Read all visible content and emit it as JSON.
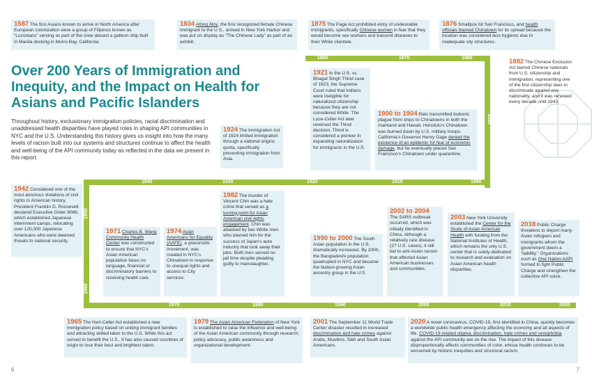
{
  "title": "Over 200 Years of Immigration and Inequity, and the Impact on Health for Asians and Pacific Islanders",
  "intro": "Throughout history, exclusionary immigration policies, racial discrimination and unaddressed health disparities have played roles in shaping API communities in NYC and the U.S. Understanding this history gives us insight into how the many levels of racism built into our systems and structures continue to affect the health and well-being of the API community today as reflected in the data we present in this report.",
  "colors": {
    "title": "#1b8a8f",
    "year": "#e2632a",
    "track": "#9dbf3e",
    "box": "#e3f1f6"
  },
  "decades": {
    "d1860": "1860",
    "d1870": "1870",
    "d1880": "1880",
    "d1890": "1890",
    "d1900": "1900",
    "d1910": "1910",
    "d1920": "1920",
    "d1930": "1930",
    "d1940": "1940",
    "d1950": "1950",
    "d1960": "1960",
    "d1970": "1970",
    "d1980": "1980",
    "d1990": "1990",
    "d2000": "2000",
    "d2010": "2010",
    "d2020": "2020"
  },
  "events": {
    "e1587": {
      "year": "1587",
      "text": " The first Asians known to arrive in North America after European colonization were a group of Filipinos known as “Luzonians” serving as part of the crew aboard a galleon ship built in Manila docking in Morro Bay, California."
    },
    "e1834": {
      "year": "1834",
      "link": "Afong Moy",
      "text": ", the first recognized female Chinese immigrant to the U.S., arrived in New York Harbor and was put on display as “The Chinese Lady” as part of an exhibit."
    },
    "e1875": {
      "year": "1875",
      "pre": " The Page Act prohibited entry of undesirable immigrants, specifically ",
      "link": "Chinese women",
      "post": " in fear that they would become sex workers and transmit diseases to their White clientele."
    },
    "e1876": {
      "year": "1876",
      "pre": " Smallpox hit San Francisco, and ",
      "link": "health officials blamed Chinatown",
      "post": " for its spread because the location was considered less hygienic due to inadequate city structures."
    },
    "e1882": {
      "year": "1882",
      "text": " The Chinese Exclusion Act barred Chinese nationals from U.S. citizenship and immigration, representing one of the first citizenship laws to discriminate against one nationality, and it was renewed every decade until 1943."
    },
    "e1921": {
      "year": "1921",
      "text": " In the U.S. vs. Bhagat Singh Thind case of 1923, the Supreme Court ruled that Indians were ineligible for naturalized citizenship because they are not considered White. The Luce-Celler Act later reversed the Thind decision. Thind is considered a pioneer in expanding naturalization for immigrants in the U.S."
    },
    "e1900": {
      "year": "1900 to 1904",
      "pre": " Rats transmitted bubonic plague from ships to Chinatowns in both the mainland and Hawaii. Honolulu’s Chinatown was burned down by U.S. military troops. California’s Governor Henry Gage ",
      "link": "denied the existence of an epidemic for fear of economic damage",
      "post": ", but he eventually placed San Francisco’s Chinatown under quarantine."
    },
    "e1924": {
      "year": "1924",
      "text": " The Immigration Act of 1924 limited immigration through a national origins quota, specifically preventing immigration from Asia."
    },
    "e1942": {
      "year": "1942",
      "text": " Considered one of the most atrocious violations of civil rights in American history, President Franklin D. Roosevelt declared Executive Order 9066, which established Japanese internment camps, relocating over 120,000 Japanese Americans who were deemed threats to national security."
    },
    "e1971": {
      "year": "1971",
      "link": "Charles B. Wang Community Health Center",
      "post": " was constructed to ensure that NYC’s Asian American population faces no language, financial or discriminatory barriers to receiving health care."
    },
    "e1974": {
      "year": "1974",
      "link": "Asian Americans for Equality (AAFE)",
      "post": ", a grassroots movement, was created in NYC’s Chinatown in response to unequal rights and access to City services."
    },
    "e1982": {
      "year": "1982",
      "pre": " The murder of Vincent Chin was a hate crime that served as ",
      "link": "a turning point for Asian American civil rights engagement",
      "post": ". Chin was attacked by two White men who blamed him for the success of Japan’s auto industry that took away their jobs. Both men served no jail time despite pleading guilty to manslaughter."
    },
    "e1990": {
      "year": "1990 to 2000",
      "text": " The South Asian population in the U.S. dramatically increased. By 2000, the Bangladeshi population quadrupled in NYC and became the fastest-growing Asian ancestry group in the U.S."
    },
    "e2002": {
      "year": "2002 to 2004",
      "text": "The SARS outbreak occurred, which was initially identified in China. Although a relatively rare disease (27 U.S. cases), it still led to anti-Asian racism that affected Asian American businesses and communities."
    },
    "e2003": {
      "year": "2003",
      "pre": " New York University established the ",
      "link": "Center for the Study of Asian American Health",
      "post": " with funding from the National Institutes of Health, which remains the only U.S. center that is solely dedicated to research and evaluation on Asian American health disparities."
    },
    "e2018": {
      "year": "2018",
      "pre": " Public Charge threatens to deport many Asian refugees and immigrants whom the government deem a “liability.” Organizations such as ",
      "link": "One Nation AAPI",
      "post": " formed to fight Public Charge and strengthen the collective API voice."
    },
    "e1965": {
      "year": "1965",
      "text": " The Hart-Celler Act established a new immigration policy based on uniting immigrant families and attracting skilled labor to the U.S. While this act served to benefit the U.S., it has also caused countries of origin to lose their best and brightest talent."
    },
    "e1979": {
      "year": "1979",
      "link": "The Asian American Federation",
      "post": " of New York is established to raise the influence and well-being of the Asian American community through research, policy advocacy, public awareness and organizational development."
    },
    "e2001": {
      "year": "2001",
      "pre": " The September 11 World Trade Center disaster resulted in increased ",
      "link": "discrimination and hate crimes",
      "post": " against Arabs, Muslims, Sikh and South Asian Americans."
    },
    "e2020": {
      "year": "2020",
      "pre": " A novel coronavirus, COVID-19, first identified in China, quickly becomes a worldwide public health emergency affecting the economy and all aspects of life. ",
      "link": "COVID-19-related stigma, discrimination, hate crimes and xenophobia",
      "post": " against the API community are on the rise. The impact of this disease disproportionally affects communities of color, whose health continues to be worsened by historic inequities and structural racism."
    }
  },
  "pages": {
    "left": "6",
    "right": "7"
  }
}
